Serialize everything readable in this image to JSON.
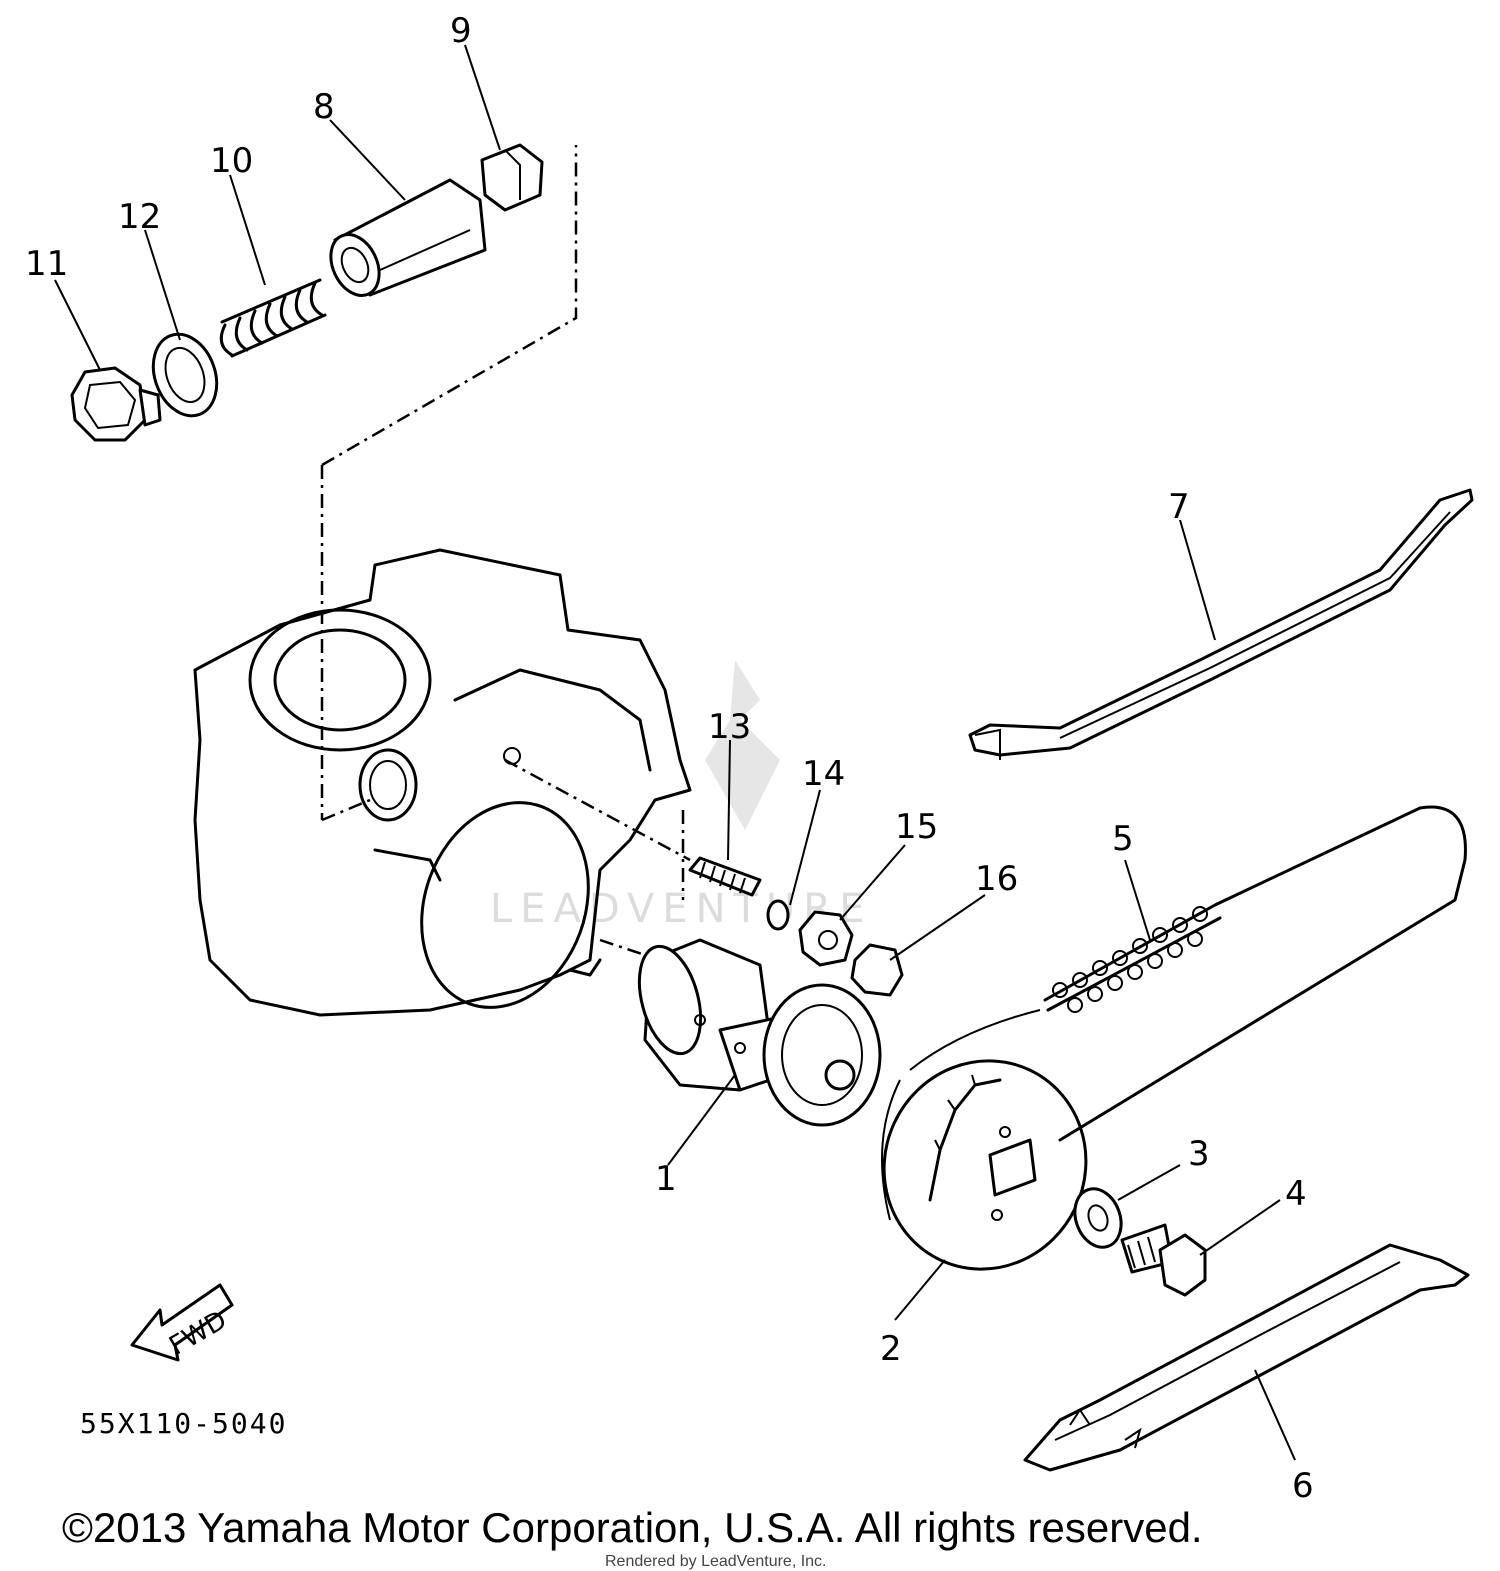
{
  "diagram_code": "55X110-5040",
  "copyright": "©2013 Yamaha Motor Corporation, U.S.A. All rights reserved.",
  "rendered_by": "Rendered by LeadVenture, Inc.",
  "watermark": "LEADVENTURE",
  "direction_label": "FWD",
  "callouts": [
    {
      "num": "1"
    },
    {
      "num": "2"
    },
    {
      "num": "3"
    },
    {
      "num": "4"
    },
    {
      "num": "5"
    },
    {
      "num": "6"
    },
    {
      "num": "7"
    },
    {
      "num": "8"
    },
    {
      "num": "9"
    },
    {
      "num": "10"
    },
    {
      "num": "11"
    },
    {
      "num": "12"
    },
    {
      "num": "13"
    },
    {
      "num": "14"
    },
    {
      "num": "15"
    },
    {
      "num": "16"
    }
  ]
}
